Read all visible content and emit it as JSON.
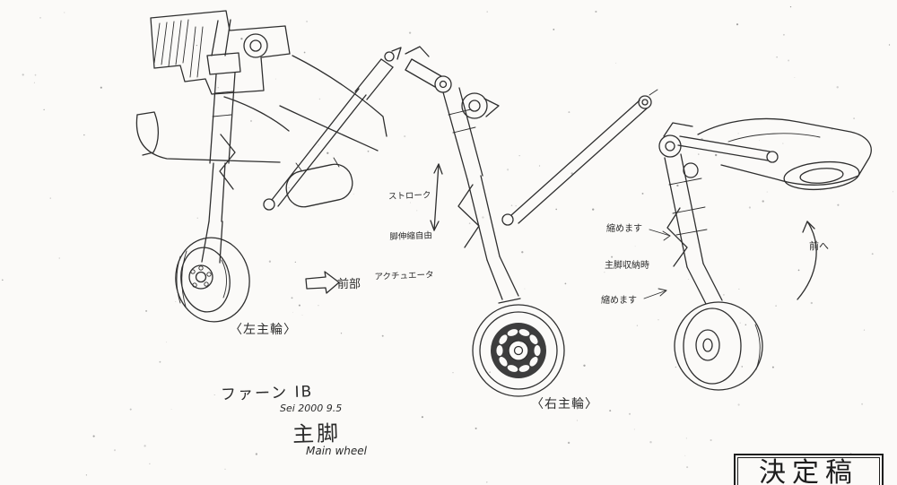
{
  "colors": {
    "ink": "#2f2f2f",
    "paper": "#fbfaf8"
  },
  "annotations": {
    "stroke_note": {
      "line1": "ストローク",
      "line2": "脚伸縮自由",
      "line3": "アクチュエータ"
    },
    "front_label": "前部",
    "left_wheel_caption": "〈左主輪〉",
    "right_wheel_caption": "〈右主輪〉",
    "retract_note_top": "縮めます",
    "stowed_note": "主脚収納時",
    "retract_note_bottom": "縮めます",
    "forward_label": "前へ"
  },
  "title_block": {
    "model_name": "ファーン IB",
    "signature": "Sei 2000 9.5",
    "part_name": "主脚",
    "part_name_en": "Main wheel"
  },
  "stamp": {
    "label": "決定稿"
  }
}
